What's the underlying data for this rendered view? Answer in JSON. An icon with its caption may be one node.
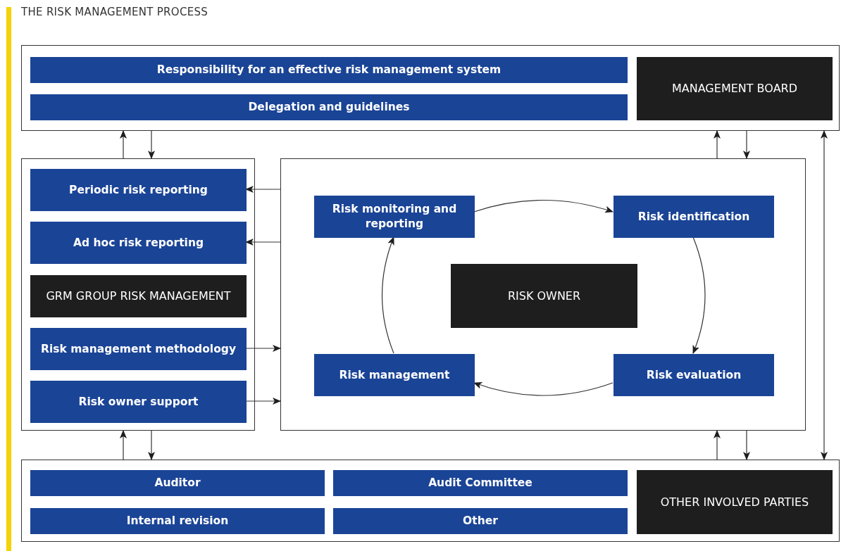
{
  "diagram": {
    "title": "THE RISK MANAGEMENT PROCESS",
    "nodes": [
      {
        "text": [],
        "shape": "box"
      },
      {
        "text": [
          "Responsibility for an effective risk management system"
        ],
        "in": 0
      },
      {
        "text": [
          "Delegation and guidelines"
        ],
        "in": 0
      },
      {
        "text": [
          "MANAGEMENT BOARD"
        ],
        "in": 0
      },
      {
        "text": [],
        "shape": "box"
      },
      {
        "text": [
          "Periodic risk reporting"
        ],
        "in": 4
      },
      {
        "text": [
          "Ad hoc risk reporting"
        ],
        "in": 4
      },
      {
        "text": [
          "GRM GROUP RISK MANAGEMENT"
        ],
        "in": 4
      },
      {
        "text": [
          "Risk management methodology"
        ],
        "in": 4
      },
      {
        "text": [
          "Risk owner support"
        ],
        "in": 4
      },
      {
        "text": [],
        "shape": "box"
      },
      {
        "text": [
          "Risk monitoring and reporting"
        ],
        "in": 10
      },
      {
        "text": [
          "Risk identification"
        ],
        "in": 10
      },
      {
        "text": [
          "RISK OWNER"
        ],
        "in": 10
      },
      {
        "text": [
          "Risk management"
        ],
        "in": 10
      },
      {
        "text": [
          "Risk evaluation"
        ],
        "in": 10
      },
      {
        "text": [],
        "shape": "box"
      },
      {
        "text": [
          "Auditor"
        ],
        "in": 16
      },
      {
        "text": [
          "Audit Committee"
        ],
        "in": 16
      },
      {
        "text": [
          "Internal revision"
        ],
        "in": 16
      },
      {
        "text": [
          "Other"
        ],
        "in": 16
      },
      {
        "text": [
          "OTHER INVOLVED PARTIES"
        ],
        "in": 16
      }
    ],
    "edges": [
      {
        "from": 4,
        "to": 0,
        "arrow": "to"
      },
      {
        "from": 0,
        "to": 4,
        "arrow": "to"
      },
      {
        "from": 10,
        "to": 0,
        "arrow": "to"
      },
      {
        "from": 0,
        "to": 10,
        "arrow": "to"
      },
      {
        "from": 0,
        "to": 16,
        "arrow": "both"
      },
      {
        "from": 10,
        "to": 5,
        "arrow": "to"
      },
      {
        "from": 10,
        "to": 6,
        "arrow": "to"
      },
      {
        "from": 8,
        "to": 10,
        "arrow": "to"
      },
      {
        "from": 9,
        "to": 10,
        "arrow": "to"
      },
      {
        "from": 16,
        "to": 4,
        "arrow": "to"
      },
      {
        "from": 4,
        "to": 16,
        "arrow": "to"
      },
      {
        "from": 16,
        "to": 10,
        "arrow": "to"
      },
      {
        "from": 10,
        "to": 16,
        "arrow": "to"
      },
      {
        "from": 11,
        "to": 12,
        "arrow": "to"
      },
      {
        "from": 12,
        "to": 15,
        "arrow": "to"
      },
      {
        "from": 15,
        "to": 14,
        "arrow": "to"
      },
      {
        "from": 14,
        "to": 11,
        "arrow": "to"
      }
    ]
  }
}
